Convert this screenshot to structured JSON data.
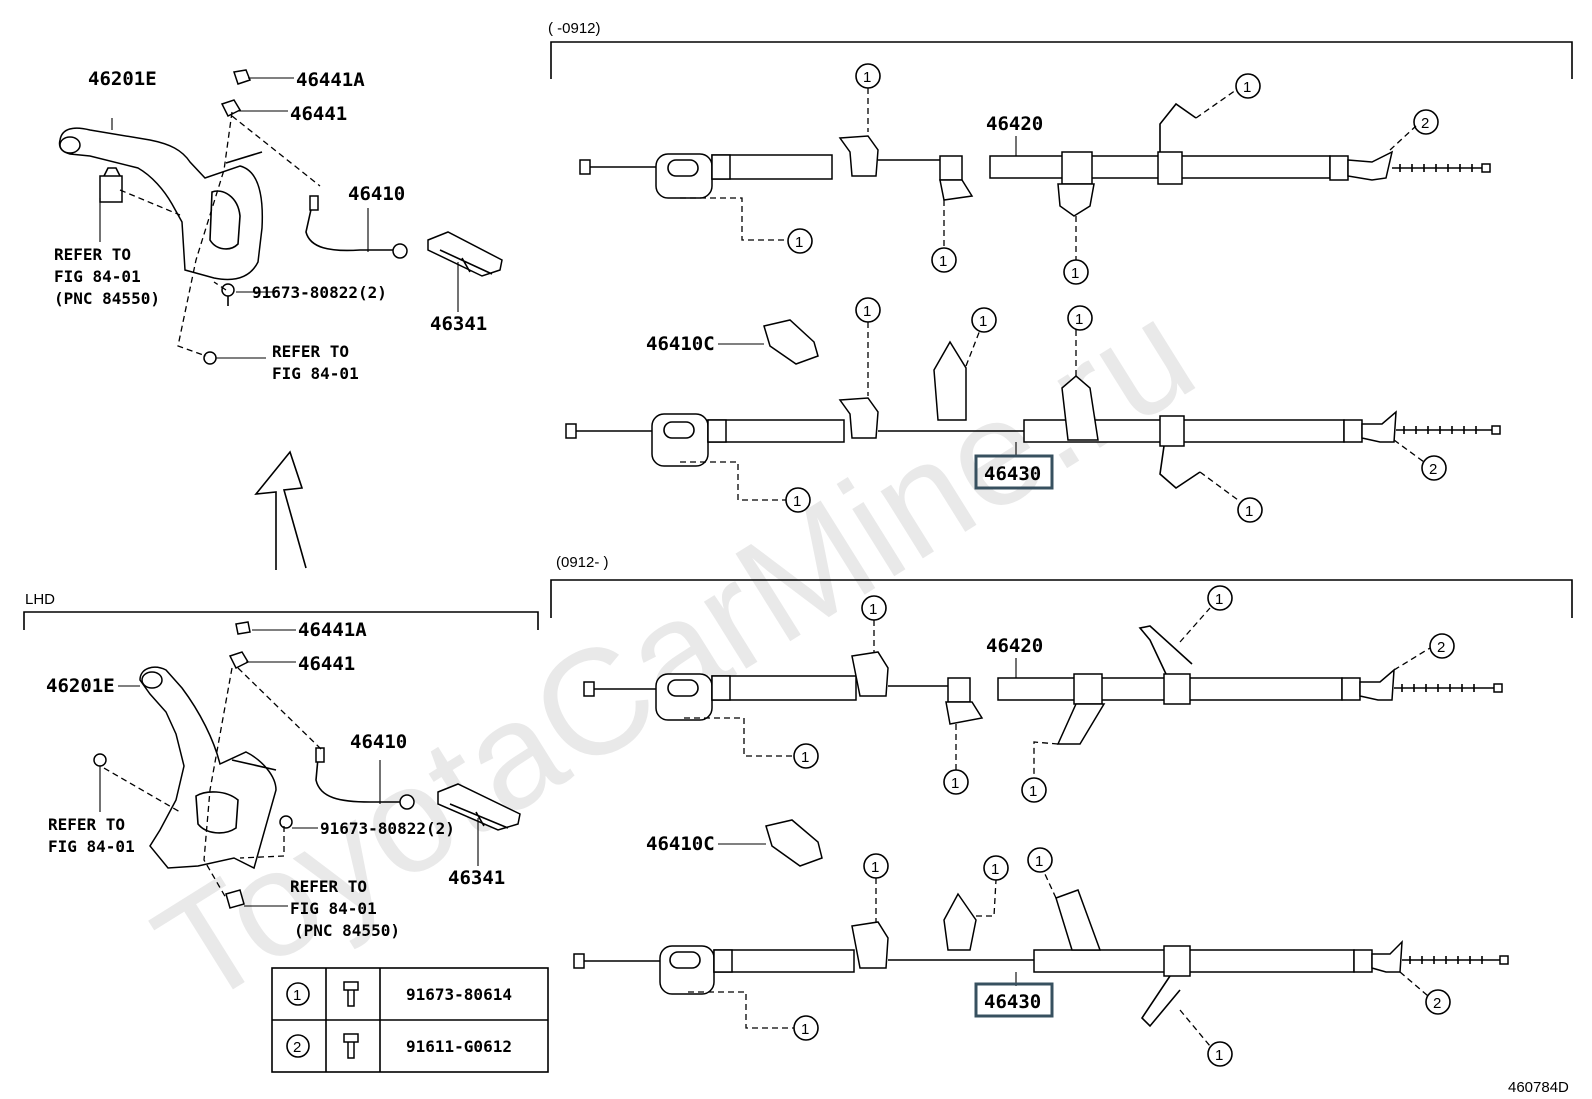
{
  "diagram": {
    "figure_number": "460784D",
    "watermark": "ToyotaCarMine.ru",
    "variants": {
      "before": "(      -0912)",
      "after": "(0912-      )",
      "lhd": "LHD"
    },
    "lever_parts": {
      "lever": "46201E",
      "cap_a": "46441A",
      "cap": "46441",
      "cable": "46410",
      "clip": "46341",
      "bolt": "91673-80822(2)"
    },
    "refs": {
      "fig_pnc_line1": "REFER TO",
      "fig_pnc_line2": "FIG 84-01",
      "fig_pnc_line3": "(PNC 84550)",
      "fig_line1": "REFER TO",
      "fig_line2": "FIG 84-01"
    },
    "cable_parts": {
      "rh_cable": "46420",
      "lh_cable": "46430",
      "clamp": "46410C"
    },
    "callouts": {
      "one": "1",
      "two": "2"
    },
    "legend": [
      {
        "symbol": "1",
        "part_no": "91673-80614"
      },
      {
        "symbol": "2",
        "part_no": "91611-G0612"
      }
    ]
  }
}
